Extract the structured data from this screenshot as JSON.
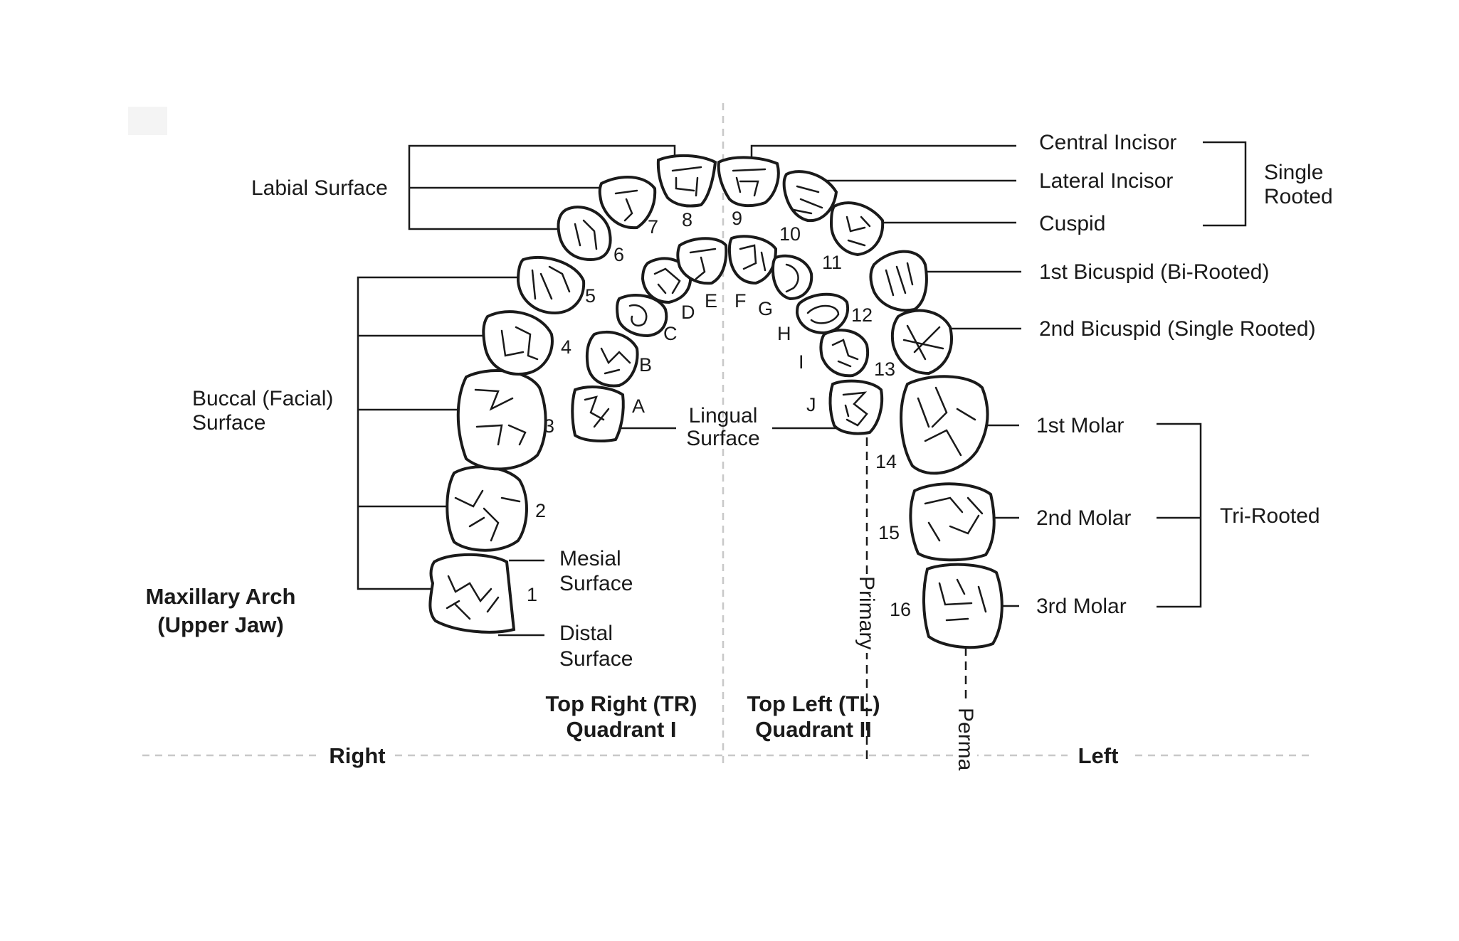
{
  "title": {
    "line1": "Maxillary Arch",
    "line2": "(Upper Jaw)"
  },
  "sides": {
    "right": "Right",
    "left": "Left"
  },
  "surfaces": {
    "labial": "Labial Surface",
    "buccal_line1": "Buccal (Facial)",
    "buccal_line2": "Surface",
    "lingual_line1": "Lingual",
    "lingual_line2": "Surface",
    "mesial_line1": "Mesial",
    "mesial_line2": "Surface",
    "distal_line1": "Distal",
    "distal_line2": "Surface"
  },
  "quadrants": {
    "tr_line1": "Top Right (TR)",
    "tr_line2": "Quadrant I",
    "tl_line1": "Top Left (TL)",
    "tl_line2": "Quadrant II"
  },
  "dentition": {
    "primary": "Primary",
    "permanent": "Perma"
  },
  "tooth_types": {
    "central_incisor": "Central Incisor",
    "lateral_incisor": "Lateral Incisor",
    "cuspid": "Cuspid",
    "first_bicuspid": "1st Bicuspid (Bi-Rooted)",
    "second_bicuspid": "2nd Bicuspid (Single Rooted)",
    "first_molar": "1st Molar",
    "second_molar": "2nd Molar",
    "third_molar": "3rd Molar"
  },
  "root_groups": {
    "single_line1": "Single",
    "single_line2": "Rooted",
    "tri": "Tri-Rooted"
  },
  "permanent_teeth": [
    "1",
    "2",
    "3",
    "4",
    "5",
    "6",
    "7",
    "8",
    "9",
    "10",
    "11",
    "12",
    "13",
    "14",
    "15",
    "16"
  ],
  "primary_teeth": [
    "A",
    "B",
    "C",
    "D",
    "E",
    "F",
    "G",
    "H",
    "I",
    "J"
  ]
}
